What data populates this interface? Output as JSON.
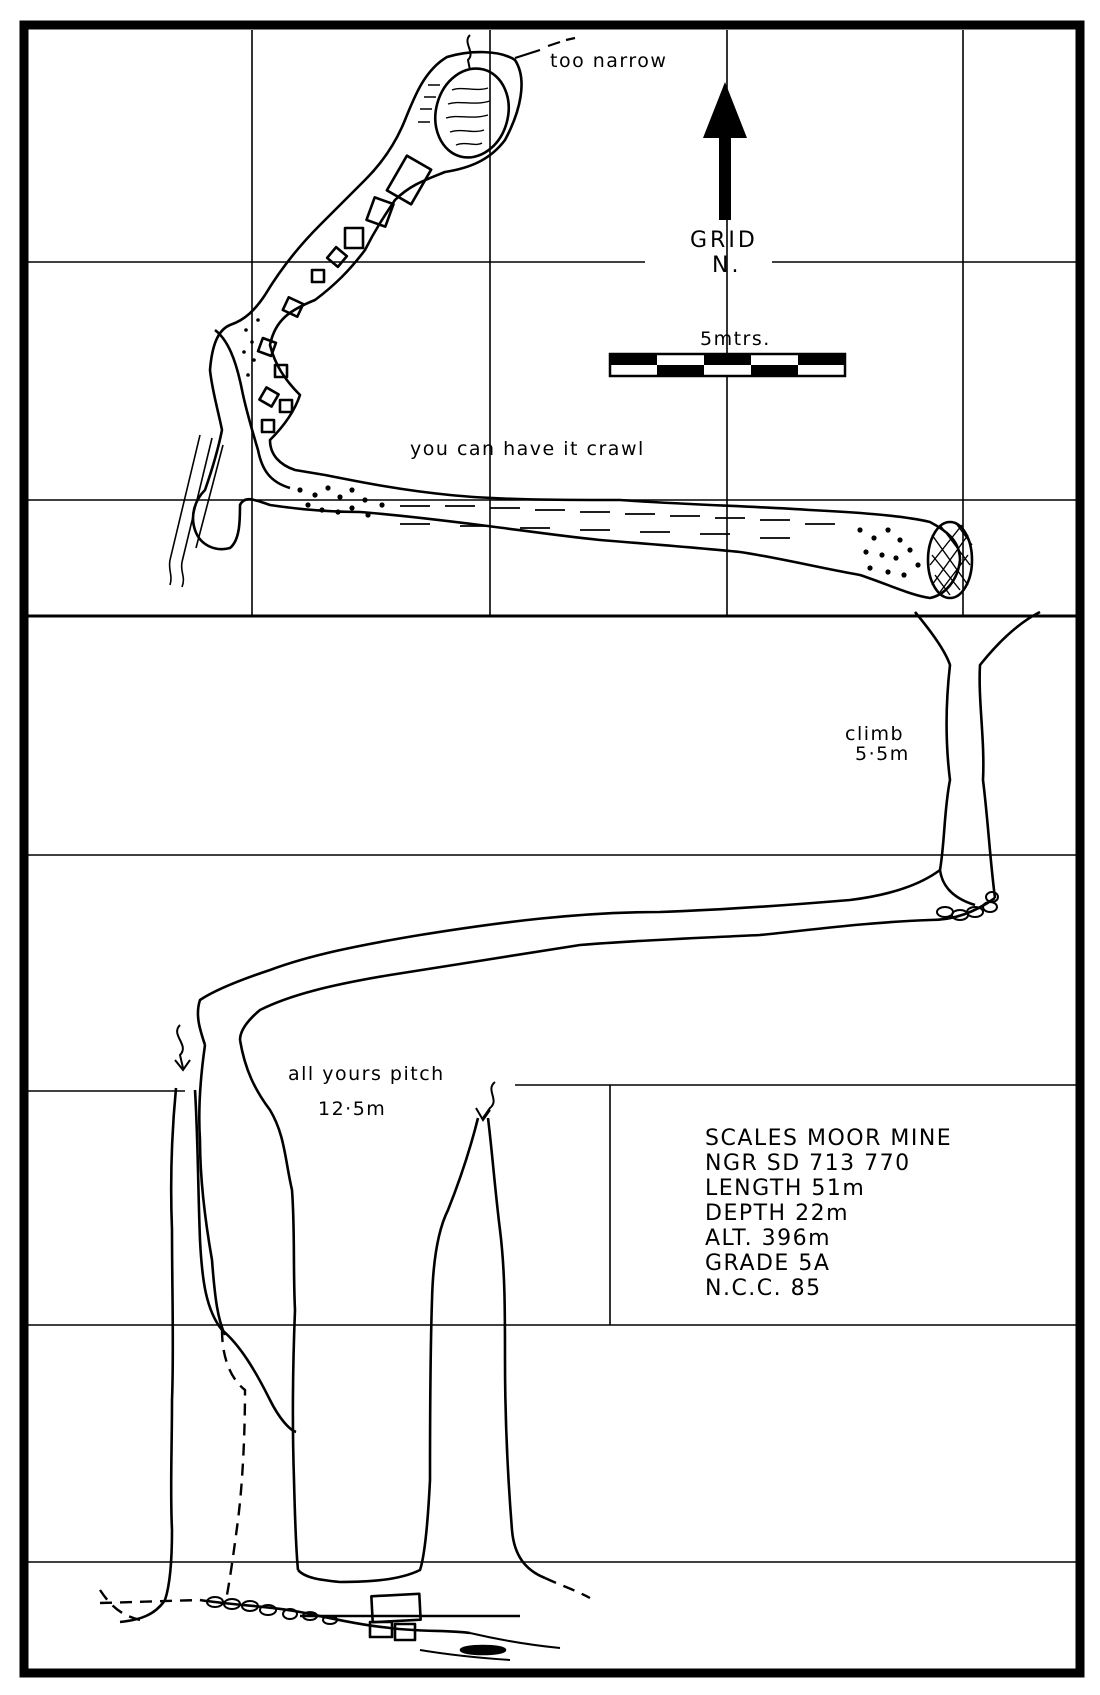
{
  "colors": {
    "ink": "#000000",
    "paper": "#ffffff"
  },
  "labels": {
    "too_narrow": "too narrow",
    "grid": "GRID",
    "north": "N.",
    "scale": "5mtrs.",
    "crawl": "you can have it crawl",
    "climb": "climb",
    "climb_height": "5·5m",
    "pitch": "all yours pitch",
    "pitch_depth": "12·5m"
  },
  "info": {
    "name": "SCALES MOOR MINE",
    "ngr": "NGR SD 713 770",
    "length": "LENGTH 51m",
    "depth": "DEPTH 22m",
    "alt": "ALT. 396m",
    "grade": "GRADE 5A",
    "ncc": "N.C.C. 85"
  },
  "icons": {
    "north_arrow": "north-arrow-icon",
    "scale_bar": "scale-bar-icon"
  }
}
